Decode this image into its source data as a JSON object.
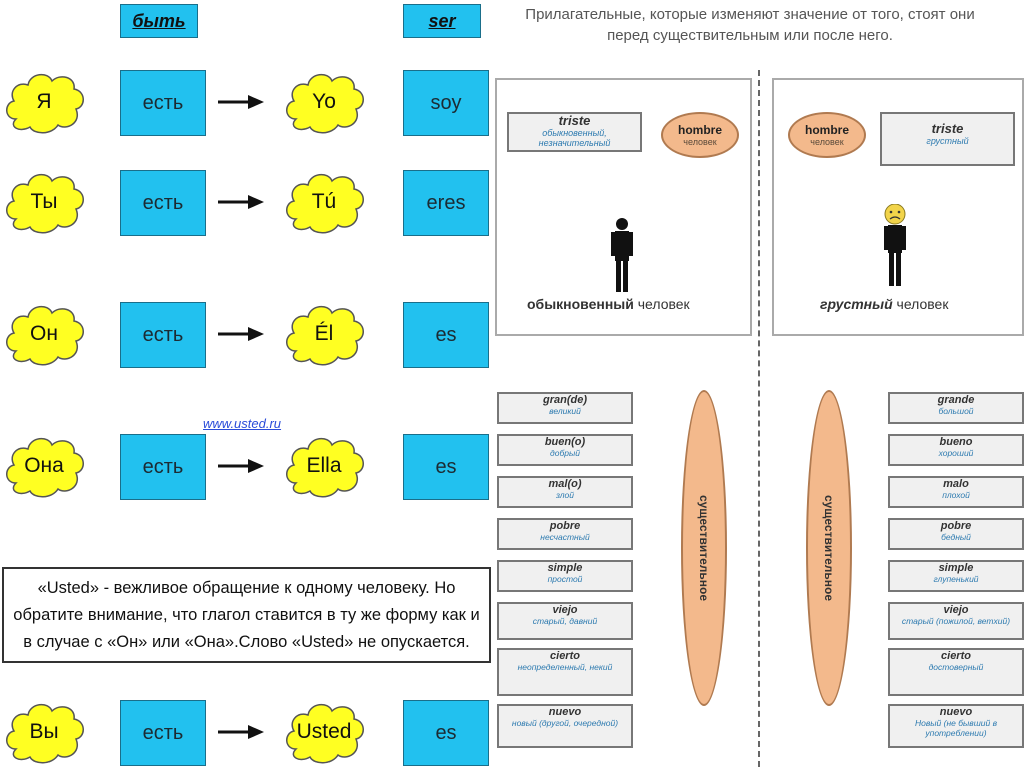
{
  "left": {
    "headers": {
      "byt": "быть",
      "ser": "ser"
    },
    "rows": [
      {
        "pronoun_ru": "Я",
        "verb_ru": "есть",
        "pronoun_es": "Yo",
        "verb_es": "soy"
      },
      {
        "pronoun_ru": "Ты",
        "verb_ru": "есть",
        "pronoun_es": "Tú",
        "verb_es": "eres"
      },
      {
        "pronoun_ru": "Он",
        "verb_ru": "есть",
        "pronoun_es": "Él",
        "verb_es": "es"
      },
      {
        "pronoun_ru": "Она",
        "verb_ru": "есть",
        "pronoun_es": "Ella",
        "verb_es": "es"
      },
      {
        "pronoun_ru": "Вы",
        "verb_ru": "есть",
        "pronoun_es": "Usted",
        "verb_es": "es"
      }
    ],
    "watermark": "www.usted.ru",
    "note": "«Usted» - вежливое обращение к одному человеку. Но обратите внимание, что глагол ставится в ту же форму как и в случае с «Он» или «Она».Слово «Usted» не опускается."
  },
  "right": {
    "title": "Прилагательные, которые изменяют значение от того, стоят они перед существительным или после него.",
    "panel_before": {
      "adj_sp": "triste",
      "adj_ru": "обыкновенный, незначительный",
      "noun_sp": "hombre",
      "noun_ru": "человек",
      "caption_bold": "обыкновенный",
      "caption_rest": " человек"
    },
    "panel_after": {
      "noun_sp": "hombre",
      "noun_ru": "человек",
      "adj_sp": "triste",
      "adj_ru": "грустный",
      "caption_bold": "грустный",
      "caption_rest": " человек"
    },
    "noun_label_left": "существительное",
    "noun_label_right": "существительное",
    "before_list": [
      {
        "sp": "gran(de)",
        "ru": "великий"
      },
      {
        "sp": "buen(o)",
        "ru": "добрый"
      },
      {
        "sp": "mal(o)",
        "ru": "злой"
      },
      {
        "sp": "pobre",
        "ru": "несчастный"
      },
      {
        "sp": "simple",
        "ru": "простой"
      },
      {
        "sp": "viejo",
        "ru": "старый, давний"
      },
      {
        "sp": "cierto",
        "ru": "неопределенный, некий"
      },
      {
        "sp": "nuevo",
        "ru": "новый (другой, очередной)"
      }
    ],
    "after_list": [
      {
        "sp": "grande",
        "ru": "большой"
      },
      {
        "sp": "bueno",
        "ru": "хороший"
      },
      {
        "sp": "malo",
        "ru": "плохой"
      },
      {
        "sp": "pobre",
        "ru": "бедный"
      },
      {
        "sp": "simple",
        "ru": "глупенький"
      },
      {
        "sp": "viejo",
        "ru": "старый (пожилой, ветхий)"
      },
      {
        "sp": "cierto",
        "ru": "достоверный"
      },
      {
        "sp": "nuevo",
        "ru": "Новый (не бывший в употреблении)"
      }
    ]
  }
}
